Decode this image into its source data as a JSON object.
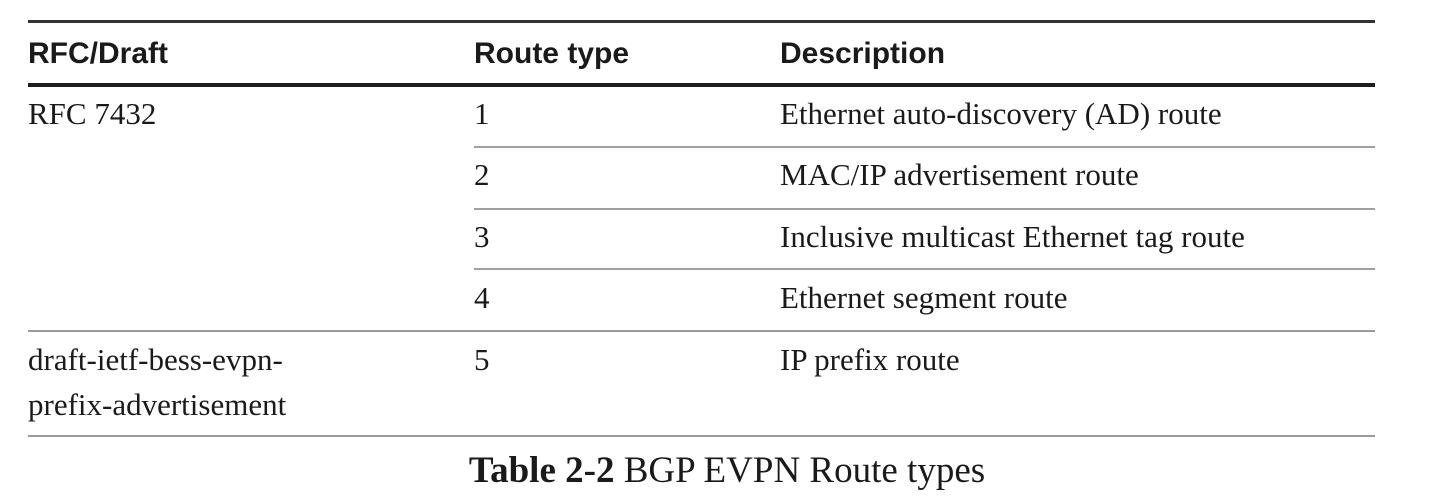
{
  "table": {
    "headers": [
      "RFC/Draft",
      "Route type",
      "Description"
    ],
    "rows": [
      {
        "rfc": "RFC 7432",
        "route_type": "1",
        "description": "Ethernet auto-discovery (AD) route"
      },
      {
        "rfc": "",
        "route_type": "2",
        "description": "MAC/IP advertisement route"
      },
      {
        "rfc": "",
        "route_type": "3",
        "description": "Inclusive multicast Ethernet tag route"
      },
      {
        "rfc": "",
        "route_type": "4",
        "description": "Ethernet segment route"
      },
      {
        "rfc_line1": "draft-ietf-bess-evpn-",
        "rfc_line2": "prefix-advertisement",
        "route_type": "5",
        "description": "IP prefix route"
      }
    ]
  },
  "caption": {
    "label": "Table 2-2",
    "text": "BGP EVPN Route types"
  }
}
